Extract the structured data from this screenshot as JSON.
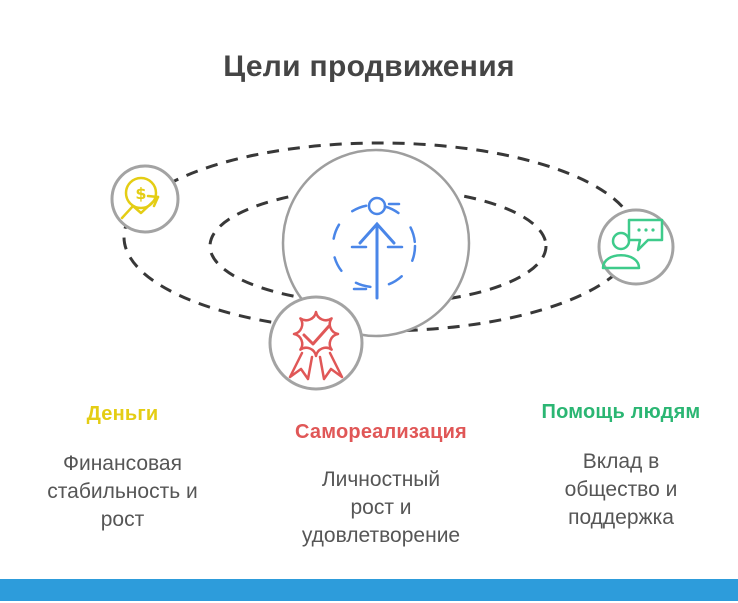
{
  "title": "Цели продвижения",
  "sections": [
    {
      "id": "money",
      "heading": "Деньги",
      "heading_color": "#e4cd14",
      "lines": [
        "Финансовая",
        "стабильность и",
        "рост"
      ],
      "icon": "coin-trend-up-icon"
    },
    {
      "id": "self-realization",
      "heading": "Самореализация",
      "heading_color": "#e05757",
      "lines": [
        "Личностный",
        "рост и",
        "удовлетворение"
      ],
      "icon": "award-ribbon-icon"
    },
    {
      "id": "helping-people",
      "heading": "Помощь людям",
      "heading_color": "#2bb673",
      "lines": [
        "Вклад в",
        "общество и",
        "поддержка"
      ],
      "icon": "person-chat-icon"
    }
  ],
  "center_icon": "person-growth-arrow-icon",
  "coin_symbol": "$",
  "colors": {
    "accent_blue": "#4a86e8",
    "money_yellow": "#e4cd14",
    "award_red": "#e05757",
    "help_green": "#2bb673",
    "icon_green": "#3ecb8b",
    "orbit_dash_gray": "#383838",
    "circle_stroke_gray": "#9e9e9e",
    "title_gray": "#454545",
    "body_gray": "#565656",
    "footer_blue": "#2d9cdb"
  }
}
